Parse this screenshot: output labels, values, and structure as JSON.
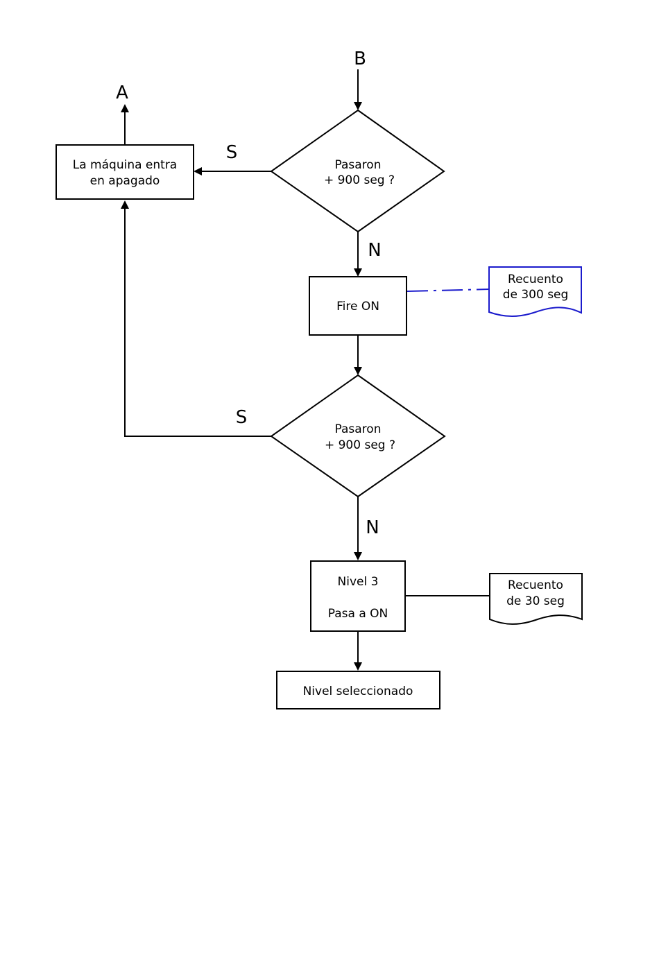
{
  "connectors": {
    "top": "B",
    "exit": "A"
  },
  "process_shutdown": {
    "line1": "La máquina entra",
    "line2": "en apagado"
  },
  "decision_1": {
    "line1": "Pasaron",
    "line2": "+ 900 seg ?",
    "yes_label": "S",
    "no_label": "N"
  },
  "process_fire": {
    "label": "Fire ON"
  },
  "note_300": {
    "line1": "Recuento",
    "line2": "de 300 seg",
    "color": "#1a1acc"
  },
  "decision_2": {
    "line1": "Pasaron",
    "line2": "+ 900 seg ?",
    "yes_label": "S",
    "no_label": "N"
  },
  "process_level3": {
    "line1": "Nivel 3",
    "line2": "Pasa a ON"
  },
  "note_30": {
    "line1": "Recuento",
    "line2": "de 30 seg"
  },
  "process_selected": {
    "label": "Nivel seleccionado"
  }
}
